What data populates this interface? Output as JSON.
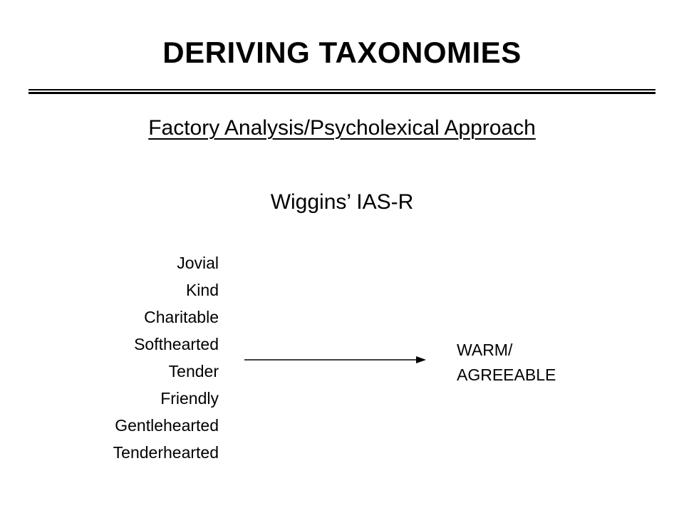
{
  "slide": {
    "title": "DERIVING TAXONOMIES",
    "subtitle": "Factory Analysis/Psycholexical Approach",
    "heading": "Wiggins’ IAS-R",
    "words": [
      "Jovial",
      "Kind",
      "Charitable",
      "Softhearted",
      "Tender",
      "Friendly",
      "Gentlehearted",
      "Tenderhearted"
    ],
    "result_line_1": "WARM/",
    "result_line_2": "AGREEABLE"
  }
}
